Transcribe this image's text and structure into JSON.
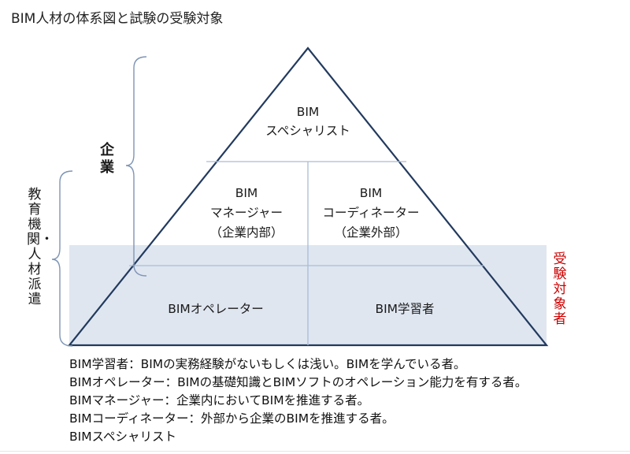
{
  "title": "BIM人材の体系図と試験の受験対象",
  "labels": {
    "company": "企業",
    "school": "教育機関・人材派遣",
    "target": "受験対象者"
  },
  "pyramid": {
    "top": [
      "BIM",
      "スペシャリスト"
    ],
    "mid_left": [
      "BIM",
      "マネージャー",
      "（企業内部）"
    ],
    "mid_right": [
      "BIM",
      "コーディネーター",
      "（企業外部）"
    ],
    "bottom_left": "BIMオペレーター",
    "bottom_right": "BIM学習者"
  },
  "colors": {
    "line": "#223a5e",
    "target_band": "#dfe6f0",
    "divider": "#a9bcd6",
    "target_text": "#cc0000"
  },
  "legend": [
    "BIM学習者：BIMの実務経験がないもしくは浅い。BIMを学んでいる者。",
    "BIMオペレーター：BIMの基礎知識とBIMソフトのオペレーション能力を有する者。",
    "BIMマネージャー：企業内においてBIMを推進する者。",
    "BIMコーディネーター：外部から企業のBIMを推進する者。",
    "BIMスペシャリスト"
  ]
}
